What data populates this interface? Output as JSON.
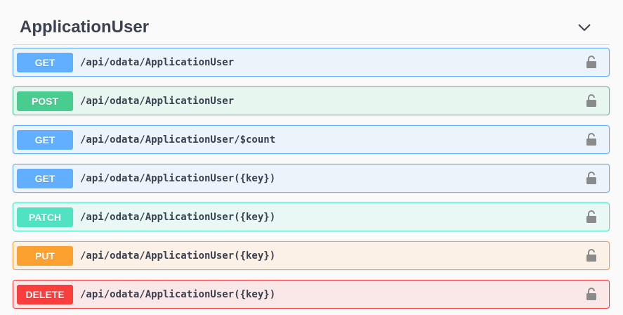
{
  "section": {
    "title": "ApplicationUser",
    "toggle_icon": "chevron-down-icon"
  },
  "operations": [
    {
      "method": "GET",
      "path": "/api/odata/ApplicationUser",
      "color": "#61affe",
      "lock_icon": "lock-icon"
    },
    {
      "method": "POST",
      "path": "/api/odata/ApplicationUser",
      "color": "#49cc90",
      "lock_icon": "lock-icon"
    },
    {
      "method": "GET",
      "path": "/api/odata/ApplicationUser/$count",
      "color": "#61affe",
      "lock_icon": "lock-icon"
    },
    {
      "method": "GET",
      "path": "/api/odata/ApplicationUser({key})",
      "color": "#61affe",
      "lock_icon": "lock-icon"
    },
    {
      "method": "PATCH",
      "path": "/api/odata/ApplicationUser({key})",
      "color": "#50e3c2",
      "lock_icon": "lock-icon"
    },
    {
      "method": "PUT",
      "path": "/api/odata/ApplicationUser({key})",
      "color": "#fca130",
      "lock_icon": "lock-icon"
    },
    {
      "method": "DELETE",
      "path": "/api/odata/ApplicationUser({key})",
      "color": "#f93e3e",
      "lock_icon": "lock-icon"
    }
  ]
}
